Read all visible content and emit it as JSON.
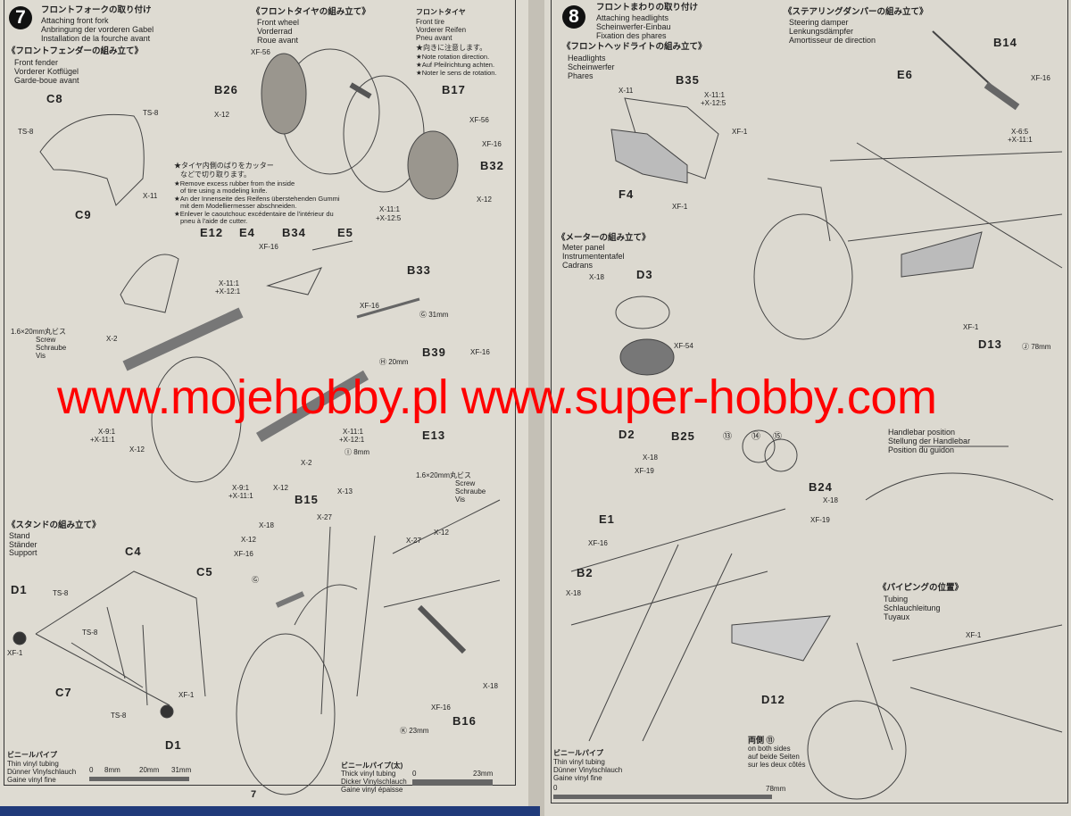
{
  "left_page": {
    "step_number": "7",
    "step_title": {
      "ja": "フロントフォークの取り付け",
      "en": "Attaching front fork",
      "de": "Anbringung der vorderen Gabel",
      "fr": "Installation de la fourche avant"
    },
    "fender": {
      "ja": "《フロントフェンダーの組み立て》",
      "en": "Front fender",
      "de": "Vorderer Kotflügel",
      "fr": "Garde-boue avant"
    },
    "wheel": {
      "ja": "《フロントタイヤの組み立て》",
      "en": "Front wheel",
      "de": "Vorderrad",
      "fr": "Roue avant"
    },
    "tire": {
      "ja": "フロントタイヤ",
      "en": "Front tire",
      "de": "Vorderer Reifen",
      "fr": "Pneu avant",
      "note_ja": "★向きに注意します。",
      "note_en": "★Note rotation direction.",
      "note_de": "★Auf Pfeilrichtung achten.",
      "note_fr": "★Noter le sens de rotation."
    },
    "rubber_note": {
      "ja1": "★タイヤ内側のばりをカッター",
      "ja2": "などで切り取ります。",
      "en1": "★Remove excess rubber from the inside",
      "en2": "of tire using a modeling knife.",
      "de1": "★An der Innenseite des Reifens überstehenden Gummi",
      "de2": "mit dem Modelliermesser abschneiden.",
      "fr1": "★Enlever le caoutchouc excédentaire de l'intérieur du",
      "fr2": "pneu à l'aide de cutter."
    },
    "stand": {
      "ja": "《スタンドの組み立て》",
      "en": "Stand",
      "de": "Ständer",
      "fr": "Support"
    },
    "screw": {
      "size": "1.6×20mm丸ビス",
      "en": "Screw",
      "de": "Schraube",
      "fr": "Vis"
    },
    "thin_tubing": {
      "ja": "ビニールパイプ",
      "en": "Thin vinyl tubing",
      "de": "Dünner Vinylschlauch",
      "fr": "Gaine vinyl fine",
      "ticks": [
        "0",
        "8mm",
        "20mm",
        "31mm"
      ]
    },
    "thick_tubing": {
      "ja": "ビニールパイプ(太)",
      "en": "Thick vinyl tubing",
      "de": "Dicker Vinylschlauch",
      "fr": "Gaine vinyl épaisse",
      "ticks": [
        "0",
        "23mm"
      ]
    },
    "parts": {
      "c8": "C8",
      "c9": "C9",
      "b26": "B26",
      "b17": "B17",
      "b32": "B32",
      "e12": "E12",
      "e4": "E4",
      "b34": "B34",
      "e5": "E5",
      "b33": "B33",
      "b39": "B39",
      "e13": "E13",
      "b15": "B15",
      "b16": "B16",
      "c4": "C4",
      "c5": "C5",
      "c7": "C7",
      "d1": "D1"
    },
    "paints": {
      "ts8": "TS-8",
      "x11": "X-11",
      "xf56": "XF-56",
      "x12": "X-12",
      "xf16": "XF-16",
      "x11_x12_5": "X-11:1",
      "x12_5": "+X-12:5",
      "x11_1": "X-11:1",
      "x12_1": "+X-12:1",
      "x2": "X-2",
      "x9": "X-9:1",
      "x11p": "+X-11:1",
      "x13": "X-13",
      "x27": "X-27",
      "x18": "X-18",
      "xf1": "XF-1"
    },
    "tubes": {
      "g": "Ⓖ 31mm",
      "h": "Ⓗ 20mm",
      "i": "Ⓘ 8mm",
      "g2": "Ⓖ",
      "k": "Ⓚ 23mm"
    },
    "page_number": "7"
  },
  "right_page": {
    "step_number": "8",
    "step_title": {
      "ja": "フロントまわりの取り付け",
      "en": "Attaching headlights",
      "de": "Scheinwerfer-Einbau",
      "fr": "Fixation des phares"
    },
    "headlights": {
      "ja": "《フロントヘッドライトの組み立て》",
      "en": "Headlights",
      "de": "Scheinwerfer",
      "fr": "Phares"
    },
    "damper": {
      "ja": "《ステアリングダンパーの組み立て》",
      "en": "Steering damper",
      "de": "Lenkungsdämpfer",
      "fr": "Amortisseur de direction"
    },
    "meter": {
      "ja": "《メーターの組み立て》",
      "en": "Meter panel",
      "de": "Instrumententafel",
      "fr": "Cadrans"
    },
    "handlebar": {
      "en": "Handlebar position",
      "de": "Stellung der Handlebar",
      "fr": "Position du guidon"
    },
    "piping": {
      "ja": "《パイピングの位置》",
      "en": "Tubing",
      "de": "Schlauchleitung",
      "fr": "Tuyaux"
    },
    "both_sides": {
      "ja": "両側 ⑪",
      "en": "on both sides",
      "de": "auf beide Seiten",
      "fr": "sur les deux côtés"
    },
    "thin_tubing": {
      "ja": "ビニールパイプ",
      "en": "Thin vinyl tubing",
      "de": "Dünner Vinylschlauch",
      "fr": "Gaine vinyl fine",
      "ticks": [
        "0",
        "78mm"
      ]
    },
    "parts": {
      "b35": "B35",
      "f4": "F4",
      "e6": "E6",
      "b14": "B14",
      "d3": "D3",
      "d2": "D2",
      "d13": "D13",
      "b25": "B25",
      "b24": "B24",
      "e1": "E1",
      "b2": "B2",
      "d12": "D12"
    },
    "decals": {
      "d13n": "⑬",
      "d14n": "⑭",
      "d15n": "⑮"
    },
    "paints": {
      "x11": "X-11",
      "x11_1": "X-11:1",
      "x12_5": "+X-12:5",
      "xf1": "XF-1",
      "xf16": "XF-16",
      "x6": "X-6:5",
      "x11p": "+X-11:1",
      "x18": "X-18",
      "xf54": "XF-54",
      "xf19": "XF-19"
    },
    "tubes": {
      "j": "Ⓙ 78mm"
    }
  },
  "watermark": "www.mojehobby.pl www.super-hobby.com"
}
